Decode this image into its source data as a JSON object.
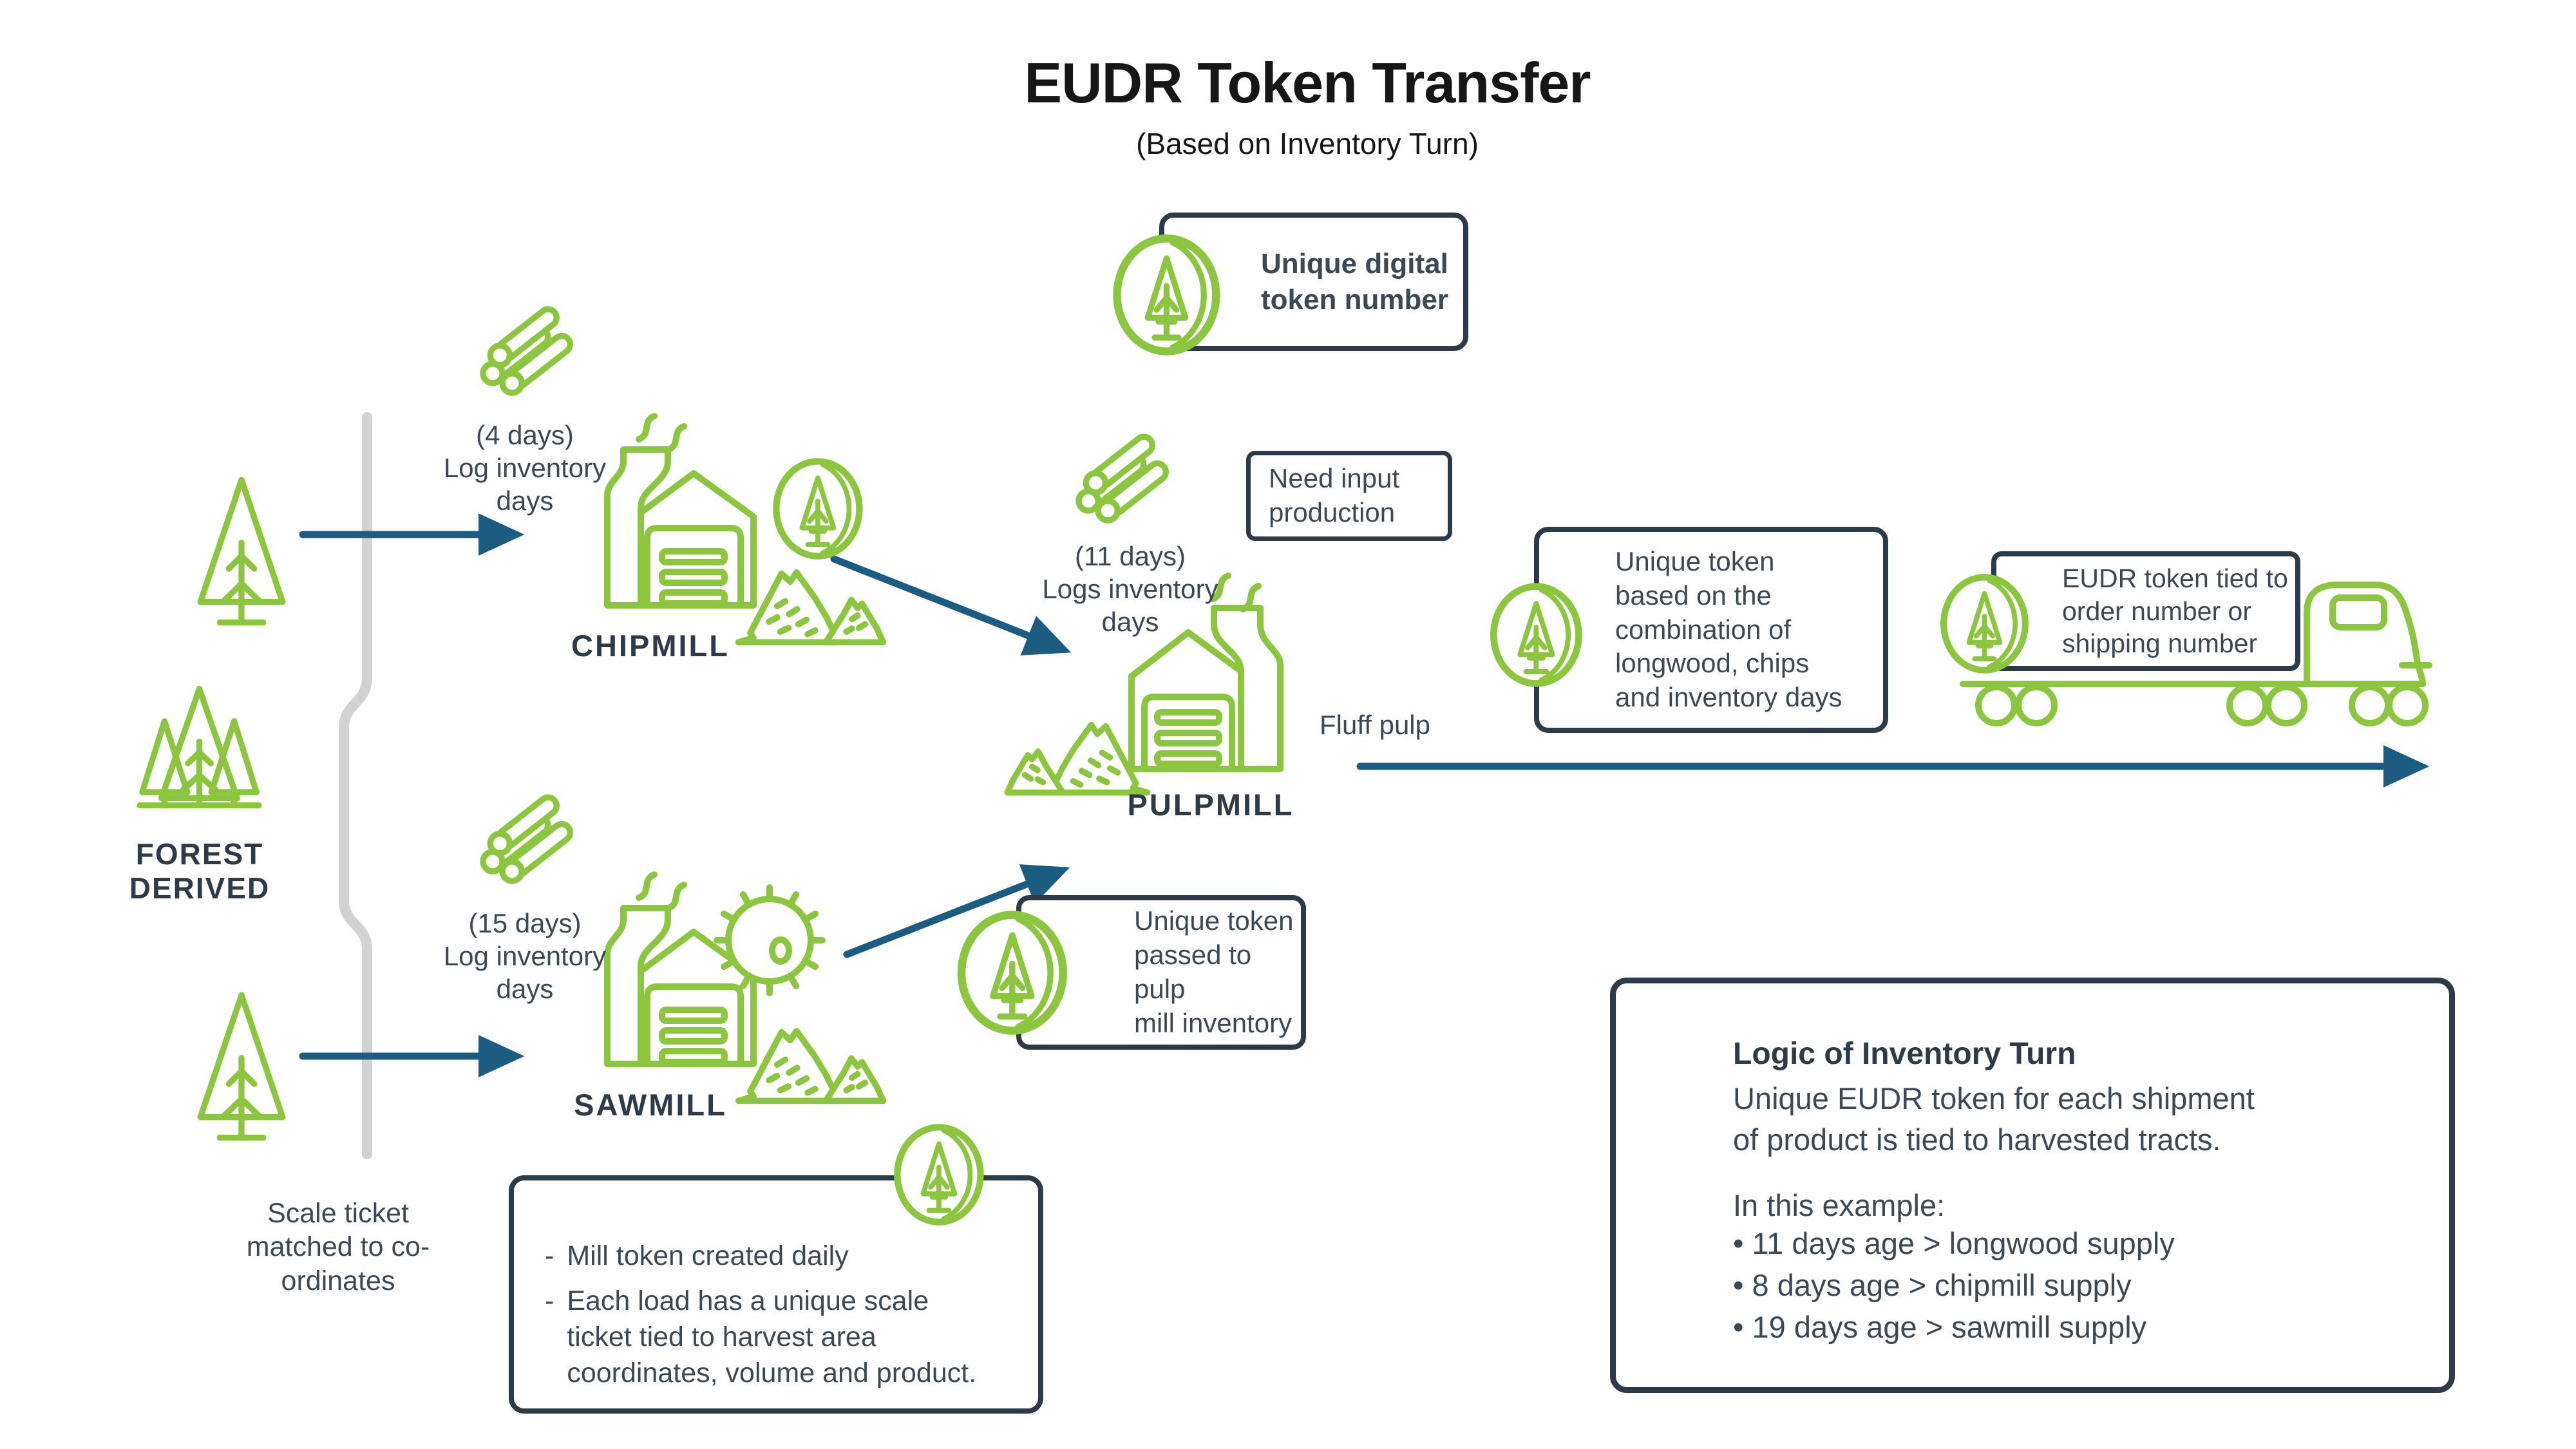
{
  "colors": {
    "green": "#8cc63f",
    "teal": "#1b5c80",
    "navy": "#3a4955",
    "border": "#2c3b47",
    "grayline": "#d2d2d2",
    "ink": "#161616"
  },
  "header": {
    "title": "EUDR Token Transfer",
    "subtitle": "(Based on Inventory Turn)"
  },
  "legend": {
    "token_label": "Unique digital\ntoken number"
  },
  "flow": {
    "forest_label": "FOREST\nDERIVED",
    "scale_ticket_note": "Scale ticket\nmatched to co-\nordinates"
  },
  "mills": {
    "chipmill": {
      "label": "CHIPMILL",
      "inventory_note": "(4 days)\nLog inventory\ndays"
    },
    "sawmill": {
      "label": "SAWMILL",
      "inventory_note": "(15 days)\nLog inventory\ndays"
    },
    "pulpmill": {
      "label": "PULPMILL",
      "inventory_note": "(11 days)\nLogs inventory\ndays",
      "need_input": "Need input\nproduction",
      "output_label": "Fluff pulp"
    }
  },
  "callouts": {
    "combination": "Unique token\nbased on the\ncombination of\nlongwood, chips\nand inventory days",
    "shipping": "EUDR token tied to\norder number or\nshipping number",
    "pulp_inventory": "Unique token\npassed to pulp\nmill inventory",
    "mill_token": {
      "items": [
        {
          "marker": "-",
          "text": "Mill token created daily"
        },
        {
          "marker": "-",
          "text": "Each load has a unique scale\nticket tied to harvest area\ncoordinates, volume and product."
        }
      ]
    }
  },
  "logic": {
    "title": "Logic of Inventory Turn",
    "body": "Unique EUDR token for each shipment\nof product is tied to harvested tracts.",
    "intro": "In this example:",
    "bullets": [
      "• 11 days age > longwood supply",
      "• 8 days age > chipmill supply",
      "• 19 days age > sawmill supply"
    ]
  }
}
